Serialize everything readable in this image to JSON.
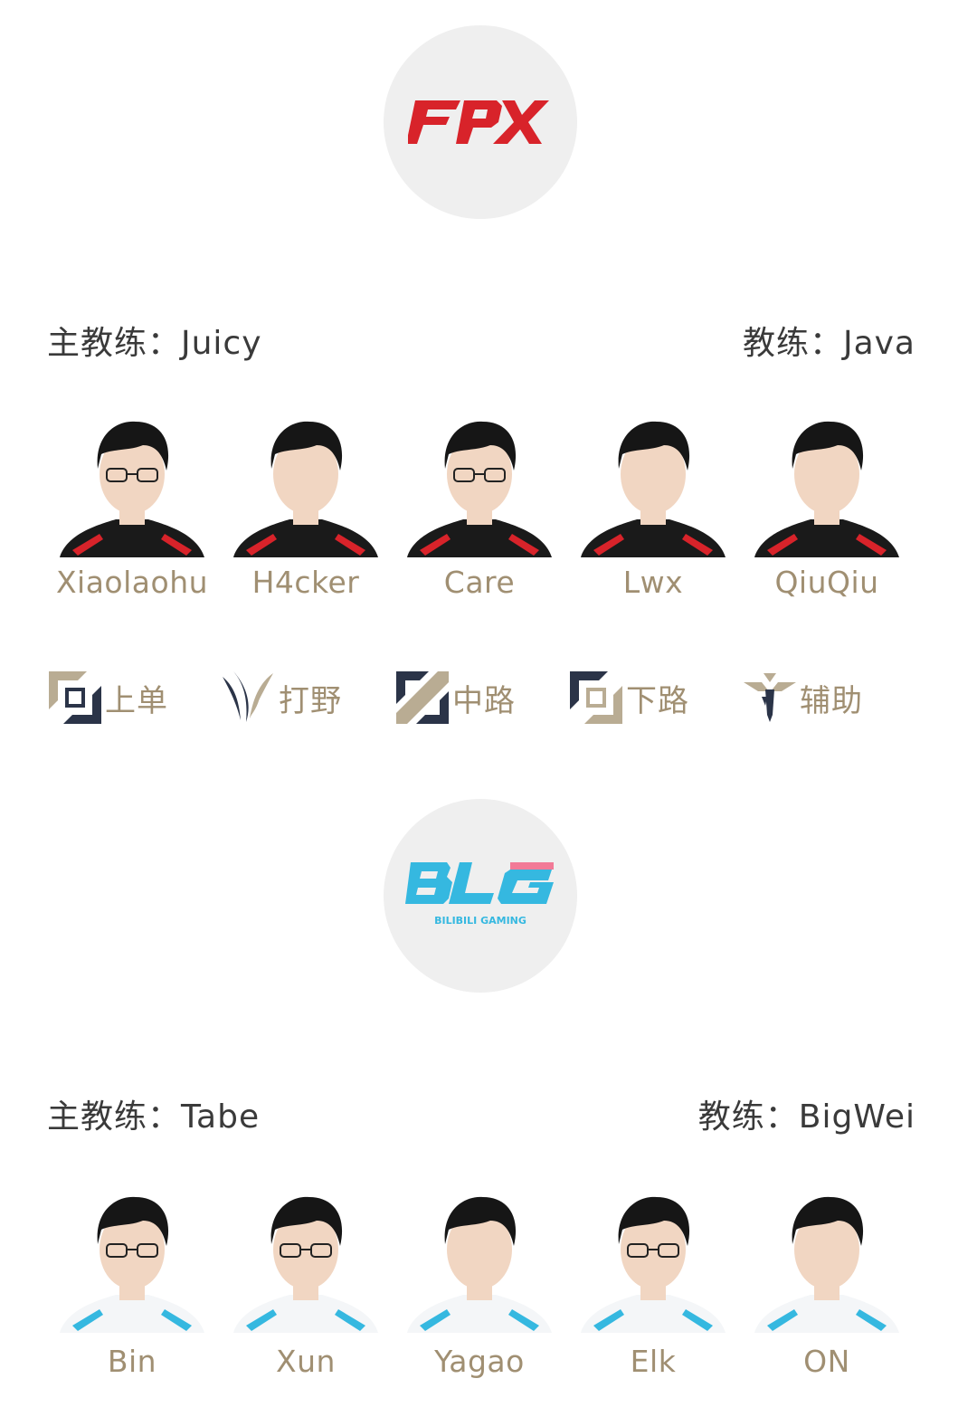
{
  "teams": [
    {
      "name": "FPX",
      "head_coach_label": "主教练：Juicy",
      "coach_label": "教练：Java",
      "players": [
        "Xiaolaohu",
        "H4cker",
        "Care",
        "Lwx",
        "QiuQiu"
      ],
      "jersey_color": "#1a1a1a",
      "accent_color": "#d8232a"
    },
    {
      "name": "BLG",
      "logo_subtitle": "BILIBILI GAMING",
      "head_coach_label": "主教练：Tabe",
      "coach_label": "教练：BigWei",
      "players": [
        "Bin",
        "Xun",
        "Yagao",
        "Elk",
        "ON"
      ],
      "jersey_color": "#f4f6f8",
      "accent_color": "#35b8e0"
    }
  ],
  "roles": [
    {
      "label": "上单",
      "icon": "top-lane-icon"
    },
    {
      "label": "打野",
      "icon": "jungle-icon"
    },
    {
      "label": "中路",
      "icon": "mid-lane-icon"
    },
    {
      "label": "下路",
      "icon": "bot-lane-icon"
    },
    {
      "label": "辅助",
      "icon": "support-icon"
    }
  ],
  "colors": {
    "name_gold": "#a08f72",
    "text_dark": "#3a3a3a",
    "icon_navy": "#2b3448",
    "logo_bg": "#efefef"
  }
}
